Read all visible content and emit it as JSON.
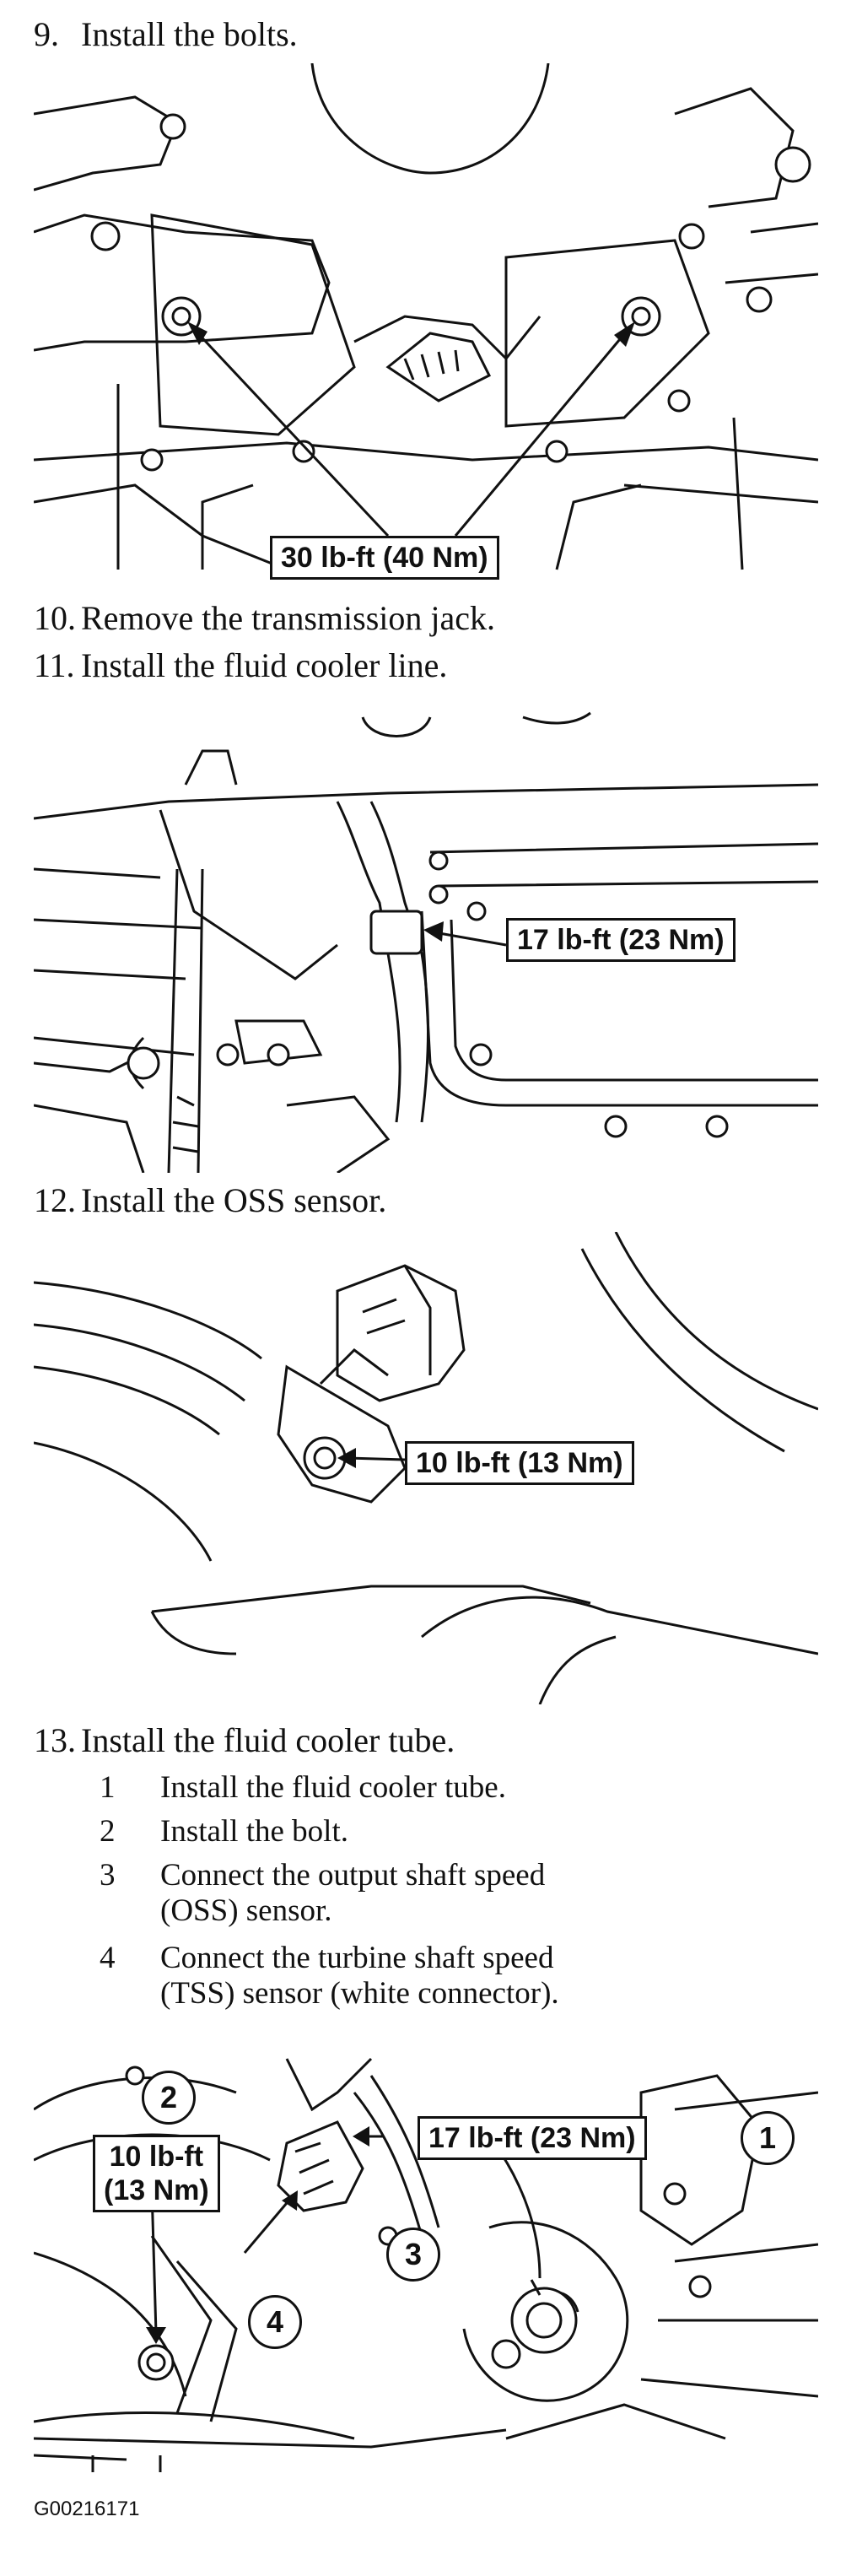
{
  "steps": [
    {
      "number": "9.",
      "text": "Install the bolts."
    },
    {
      "number": "10.",
      "text": "Remove the transmission jack."
    },
    {
      "number": "11.",
      "text": "Install the fluid cooler line."
    },
    {
      "number": "12.",
      "text": "Install the OSS sensor."
    },
    {
      "number": "13.",
      "text": "Install the fluid cooler tube."
    }
  ],
  "substeps": [
    {
      "number": "1",
      "text": "Install the fluid cooler tube."
    },
    {
      "number": "2",
      "text": "Install the bolt."
    },
    {
      "number": "3",
      "text": "Connect the output shaft speed (OSS) sensor."
    },
    {
      "number": "4",
      "text": "Connect the turbine shaft speed (TSS) sensor (white connector)."
    }
  ],
  "callouts": {
    "fig1_torque": "30 lb-ft (40 Nm)",
    "fig2_torque": "17 lb-ft (23 Nm)",
    "fig3_torque": "10 lb-ft (13 Nm)",
    "fig4_torque_a": "17 lb-ft (23 Nm)",
    "fig4_torque_b_line1": "10 lb-ft",
    "fig4_torque_b_line2": "(13 Nm)",
    "fig4_c1": "1",
    "fig4_c2": "2",
    "fig4_c3": "3",
    "fig4_c4": "4"
  },
  "figure_id": "G00216171"
}
